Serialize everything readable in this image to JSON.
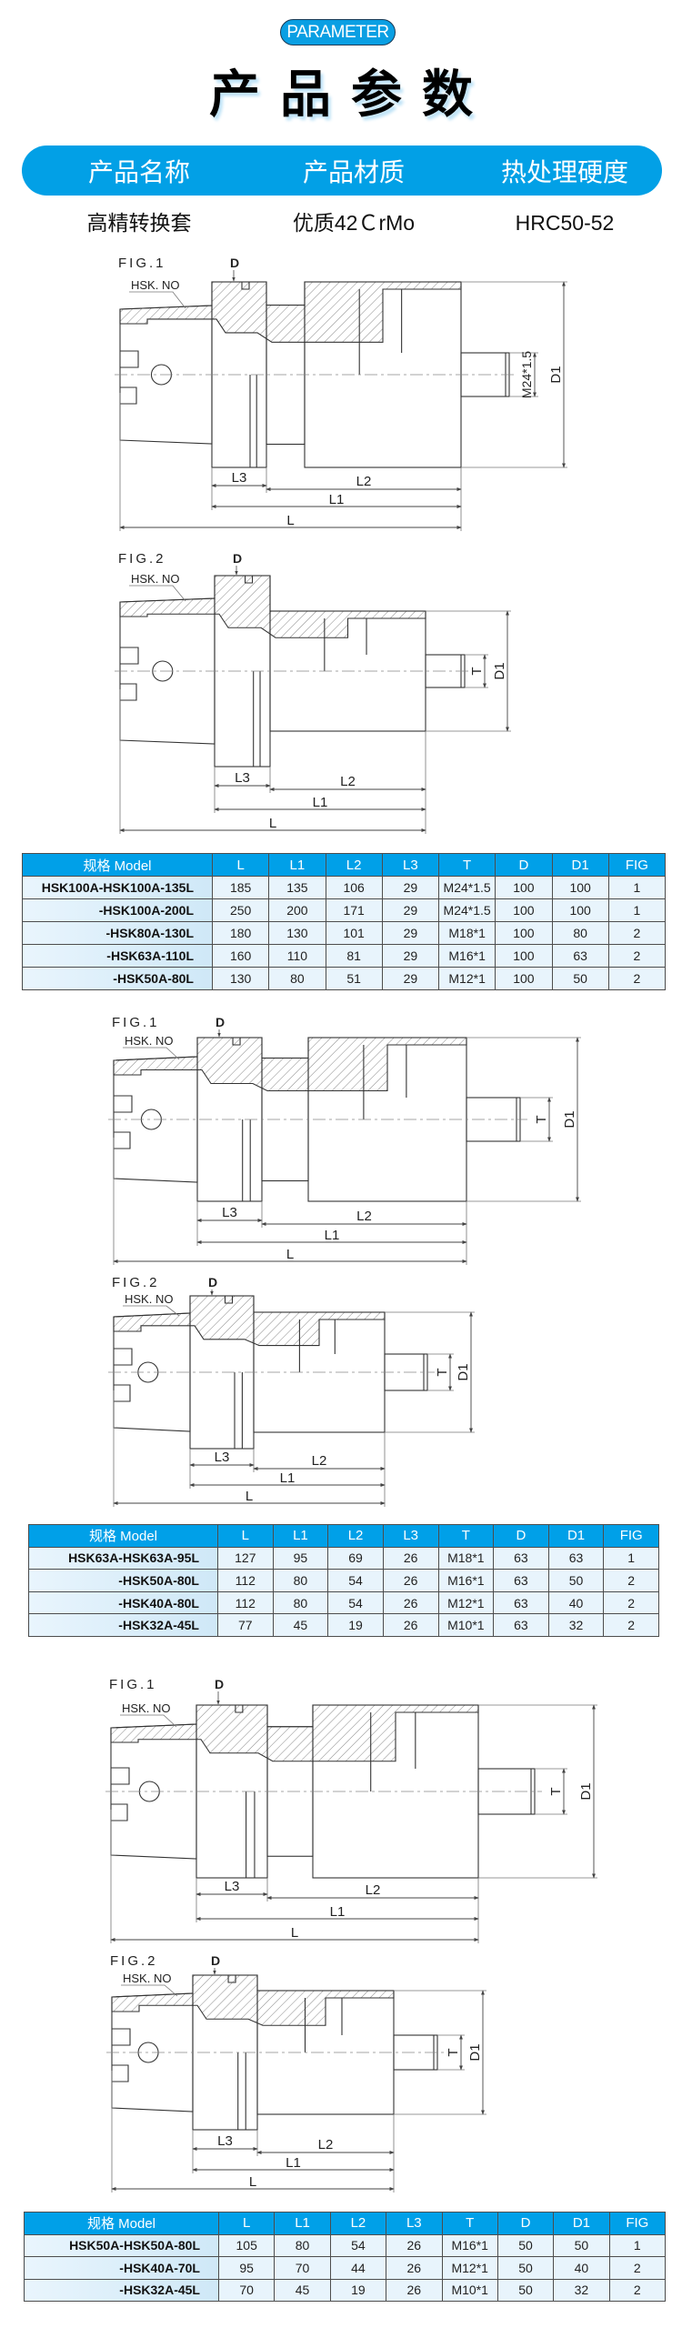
{
  "header": {
    "badge": "PARAMETER",
    "title": "产品参数",
    "columns": [
      "产品名称",
      "产品材质",
      "热处理硬度"
    ],
    "values": [
      "高精转换套",
      "优质42ＣrMo",
      "HRC50-52"
    ]
  },
  "colors": {
    "accent": "#00a0e8",
    "cell": "#e8f4fc",
    "model_cell": "#cfe8f7"
  },
  "drawings": [
    {
      "fig": "FIG.1",
      "hsk": "HSK. NO",
      "d": "D",
      "L": "L",
      "L1": "L1",
      "L2": "L2",
      "L3": "L3",
      "T": "M24*1.5",
      "D1": "D1"
    },
    {
      "fig": "FIG.2",
      "hsk": "HSK. NO",
      "d": "D",
      "L": "L",
      "L1": "L1",
      "L2": "L2",
      "L3": "L3",
      "T": "T",
      "D1": "D1"
    },
    {
      "fig": "FIG.1",
      "hsk": "HSK. NO",
      "d": "D",
      "L": "L",
      "L1": "L1",
      "L2": "L2",
      "L3": "L3",
      "T": "T",
      "D1": "D1"
    },
    {
      "fig": "FIG.2",
      "hsk": "HSK. NO",
      "d": "D",
      "L": "L",
      "L1": "L1",
      "L2": "L2",
      "L3": "L3",
      "T": "T",
      "D1": "D1"
    },
    {
      "fig": "FIG.1",
      "hsk": "HSK. NO",
      "d": "D",
      "L": "L",
      "L1": "L1",
      "L2": "L2",
      "L3": "L3",
      "T": "T",
      "D1": "D1"
    },
    {
      "fig": "FIG.2",
      "hsk": "HSK. NO",
      "d": "D",
      "L": "L",
      "L1": "L1",
      "L2": "L2",
      "L3": "L3",
      "T": "T",
      "D1": "D1"
    }
  ],
  "tables": [
    {
      "headers": [
        "规格 Model",
        "L",
        "L1",
        "L2",
        "L3",
        "T",
        "D",
        "D1",
        "FIG"
      ],
      "rows": [
        [
          "HSK100A-HSK100A-135L",
          "185",
          "135",
          "106",
          "29",
          "M24*1.5",
          "100",
          "100",
          "1"
        ],
        [
          "-HSK100A-200L",
          "250",
          "200",
          "171",
          "29",
          "M24*1.5",
          "100",
          "100",
          "1"
        ],
        [
          "-HSK80A-130L",
          "180",
          "130",
          "101",
          "29",
          "M18*1",
          "100",
          "80",
          "2"
        ],
        [
          "-HSK63A-110L",
          "160",
          "110",
          "81",
          "29",
          "M16*1",
          "100",
          "63",
          "2"
        ],
        [
          "-HSK50A-80L",
          "130",
          "80",
          "51",
          "29",
          "M12*1",
          "100",
          "50",
          "2"
        ]
      ]
    },
    {
      "headers": [
        "规格 Model",
        "L",
        "L1",
        "L2",
        "L3",
        "T",
        "D",
        "D1",
        "FIG"
      ],
      "rows": [
        [
          "HSK63A-HSK63A-95L",
          "127",
          "95",
          "69",
          "26",
          "M18*1",
          "63",
          "63",
          "1"
        ],
        [
          "-HSK50A-80L",
          "112",
          "80",
          "54",
          "26",
          "M16*1",
          "63",
          "50",
          "2"
        ],
        [
          "-HSK40A-80L",
          "112",
          "80",
          "54",
          "26",
          "M12*1",
          "63",
          "40",
          "2"
        ],
        [
          "-HSK32A-45L",
          "77",
          "45",
          "19",
          "26",
          "M10*1",
          "63",
          "32",
          "2"
        ]
      ]
    },
    {
      "headers": [
        "规格 Model",
        "L",
        "L1",
        "L2",
        "L3",
        "T",
        "D",
        "D1",
        "FIG"
      ],
      "rows": [
        [
          "HSK50A-HSK50A-80L",
          "105",
          "80",
          "54",
          "26",
          "M16*1",
          "50",
          "50",
          "1"
        ],
        [
          "-HSK40A-70L",
          "95",
          "70",
          "44",
          "26",
          "M12*1",
          "50",
          "40",
          "2"
        ],
        [
          "-HSK32A-45L",
          "70",
          "45",
          "19",
          "26",
          "M10*1",
          "50",
          "32",
          "2"
        ]
      ]
    }
  ]
}
